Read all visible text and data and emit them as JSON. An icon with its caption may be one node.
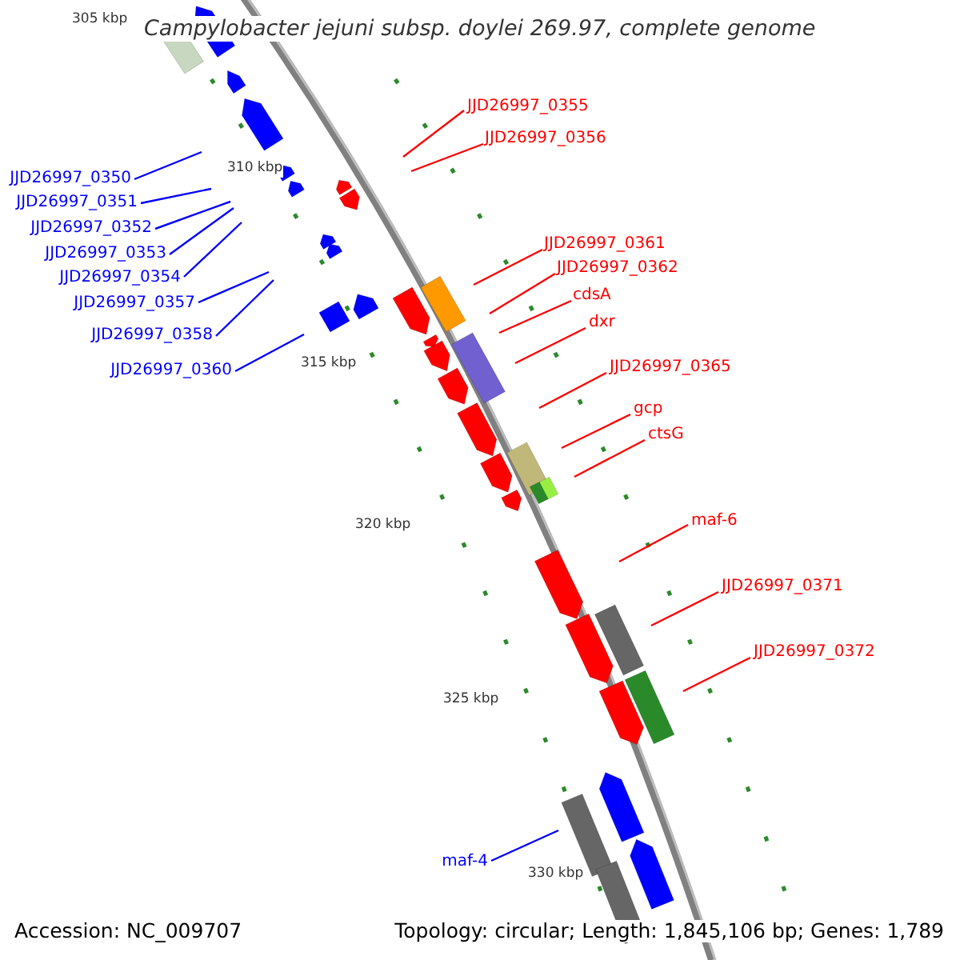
{
  "diagram": {
    "title": "Campylobacter jejuni subsp. doylei 269.97, complete genome",
    "nodes": [
      {
        "text": [
          "JJD26997_0355"
        ]
      },
      {
        "text": [
          "JJD26997_0356"
        ]
      },
      {
        "text": [
          "JJD26997_0350"
        ]
      },
      {
        "text": [
          "JJD26997_0351"
        ]
      },
      {
        "text": [
          "JJD26997_0352"
        ]
      },
      {
        "text": [
          "JJD26997_0361"
        ]
      },
      {
        "text": [
          "JJD26997_0353"
        ]
      },
      {
        "text": [
          "JJD26997_0362"
        ]
      },
      {
        "text": [
          "JJD26997_0354"
        ]
      },
      {
        "text": [
          "cdsA"
        ]
      },
      {
        "text": [
          "JJD26997_0357"
        ]
      },
      {
        "text": [
          "dxr"
        ]
      },
      {
        "text": [
          "JJD26997_0358"
        ]
      },
      {
        "text": [
          "JJD26997_0365"
        ]
      },
      {
        "text": [
          "JJD26997_0360"
        ]
      },
      {
        "text": [
          "gcp"
        ]
      },
      {
        "text": [
          "ctsG"
        ]
      },
      {
        "text": [
          "maf-6"
        ]
      },
      {
        "text": [
          "JJD26997_0371"
        ]
      },
      {
        "text": [
          "JJD26997_0372"
        ]
      },
      {
        "text": [
          "maf-4"
        ]
      }
    ],
    "edges": [
      {
        "from": 0,
        "to": null,
        "arrow": "none"
      },
      {
        "from": 1,
        "to": null,
        "arrow": "none"
      },
      {
        "from": 2,
        "to": null,
        "arrow": "none",
        "color": "#0000ff"
      },
      {
        "from": 3,
        "to": null,
        "arrow": "none",
        "color": "#0000ff"
      },
      {
        "from": 4,
        "to": null,
        "arrow": "none",
        "color": "#0000ff"
      },
      {
        "from": 5,
        "to": null,
        "arrow": "none"
      },
      {
        "from": 6,
        "to": null,
        "arrow": "none",
        "color": "#0000ff"
      },
      {
        "from": 7,
        "to": null,
        "arrow": "none"
      },
      {
        "from": 8,
        "to": null,
        "arrow": "none",
        "color": "#0000ff"
      },
      {
        "from": 9,
        "to": null,
        "arrow": "none"
      },
      {
        "from": 10,
        "to": null,
        "arrow": "none",
        "color": "#0000ff"
      },
      {
        "from": 11,
        "to": null,
        "arrow": "none"
      },
      {
        "from": 12,
        "to": null,
        "arrow": "none",
        "color": "#0000ff"
      },
      {
        "from": 13,
        "to": null,
        "arrow": "none"
      },
      {
        "from": 14,
        "to": null,
        "arrow": "none",
        "color": "#0000ff"
      },
      {
        "from": 15,
        "to": null,
        "arrow": "none"
      },
      {
        "from": 16,
        "to": null,
        "arrow": "none"
      },
      {
        "from": 17,
        "to": null,
        "arrow": "none"
      },
      {
        "from": 18,
        "to": null,
        "arrow": "none"
      },
      {
        "from": 19,
        "to": null,
        "arrow": "none"
      },
      {
        "from": 20,
        "to": null,
        "arrow": "none",
        "color": "#0000ff"
      }
    ],
    "labels": [
      "305 kbp",
      "310 kbp",
      "315 kbp",
      "320 kbp",
      "325 kbp",
      "330 kbp",
      "Accession: NC_009707",
      "Topology: circular; Length: 1,845,106 bp; Genes: 1,789"
    ]
  }
}
